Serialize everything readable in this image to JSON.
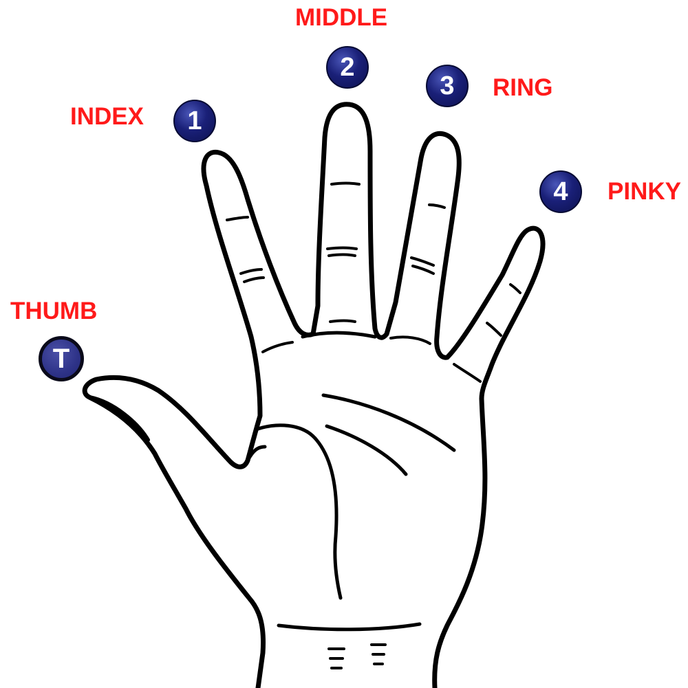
{
  "fingers": {
    "index": {
      "label": "INDEX",
      "badge": "1"
    },
    "middle": {
      "label": "MIDDLE",
      "badge": "2"
    },
    "ring": {
      "label": "RING",
      "badge": "3"
    },
    "pinky": {
      "label": "PINKY",
      "badge": "4"
    },
    "thumb": {
      "label": "THUMB",
      "badge": "T"
    }
  },
  "colors": {
    "label_text": "#ff1a1a",
    "badge_fill": "#1a2078",
    "badge_text": "#ffffff",
    "outline": "#000000"
  }
}
